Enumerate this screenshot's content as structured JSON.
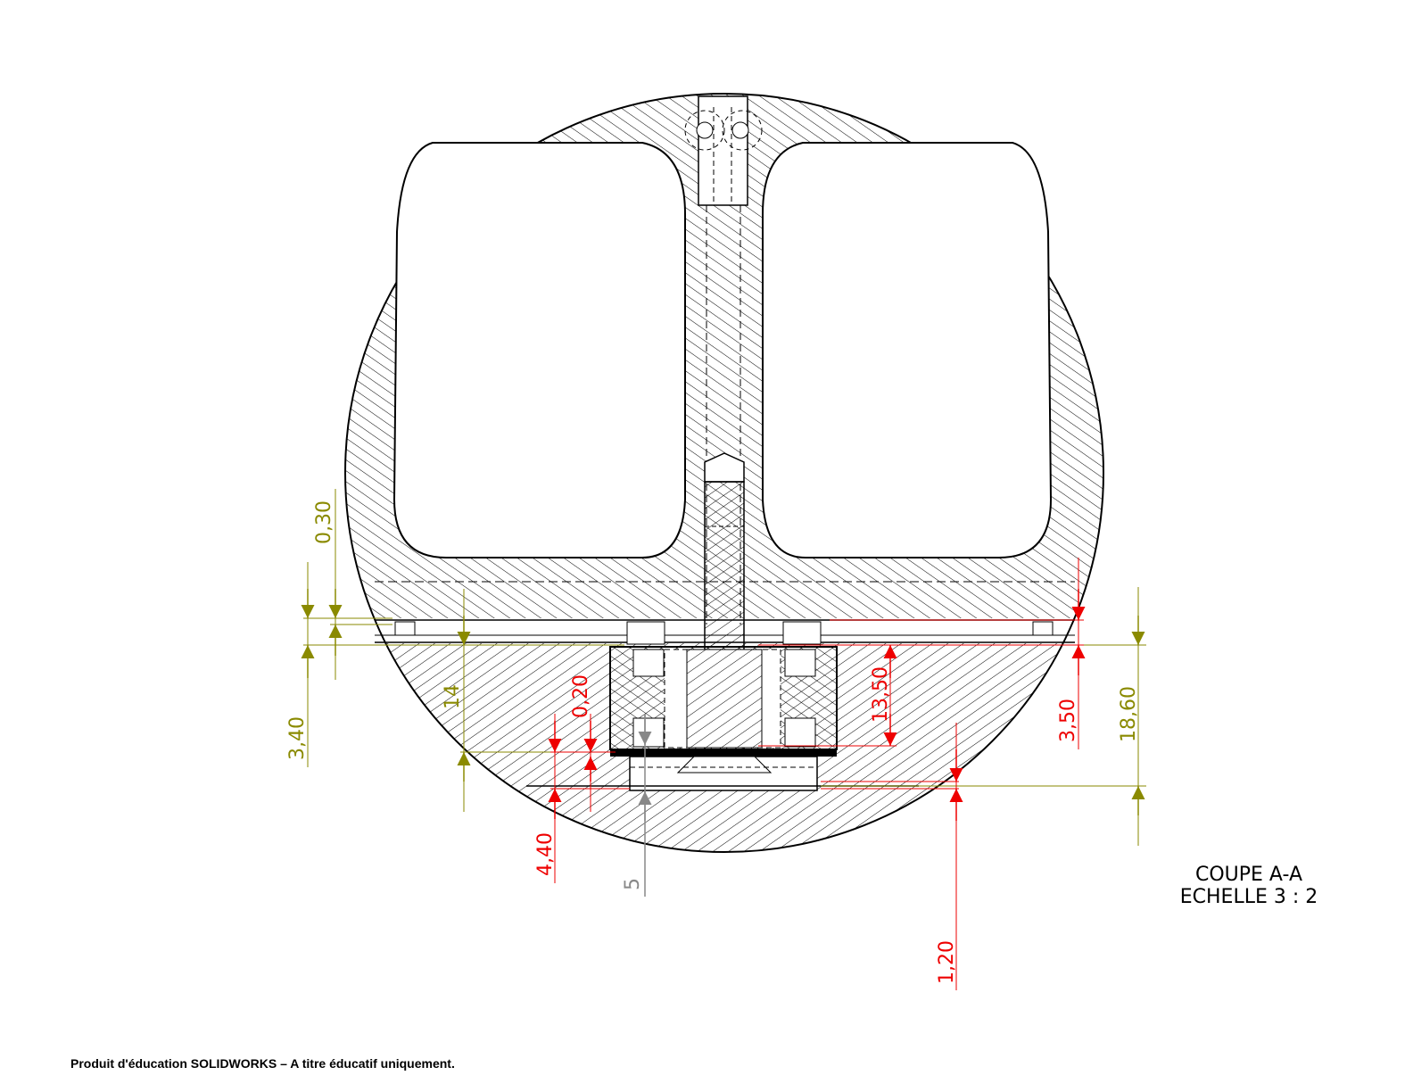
{
  "view": {
    "title_line1": "COUPE A-A",
    "title_line2": "ECHELLE 3 : 2"
  },
  "footer": {
    "text": "Produit d'éducation SOLIDWORKS – A titre éducatif uniquement."
  },
  "dimensions": {
    "d_0_30": "0,30",
    "d_3_40": "3,40",
    "d_14": "14",
    "d_0_20": "0,20",
    "d_4_40": "4,40",
    "d_5": "5",
    "d_13_50": "13,50",
    "d_3_50": "3,50",
    "d_18_60": "18,60",
    "d_1_20": "1,20"
  },
  "colors": {
    "olive": "#8a8a00",
    "red": "#ee0000",
    "grey": "#888888"
  }
}
